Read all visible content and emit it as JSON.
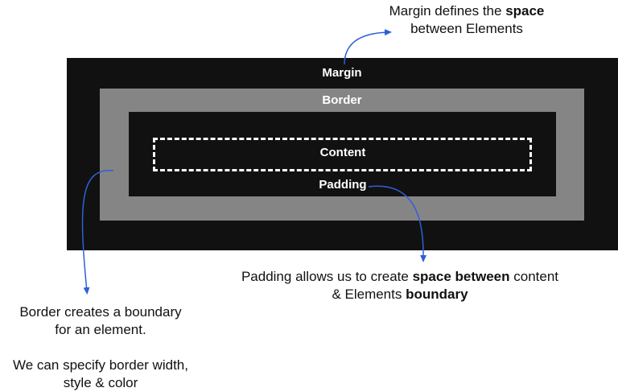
{
  "labels": {
    "margin": "Margin",
    "border": "Border",
    "content": "Content",
    "padding": "Padding"
  },
  "notes": {
    "margin": {
      "line1_pre": "Margin defines the ",
      "line1_bold": "space",
      "line2": "between Elements"
    },
    "padding": {
      "line1_pre": "Padding allows us to create ",
      "line1_bold": "space between",
      "line1_post": " content",
      "line2_pre": "& Elements ",
      "line2_bold": "boundary"
    },
    "border": {
      "line1": "Border creates a boundary",
      "line2": "for an element.",
      "line3": "We can specify border width,",
      "line4": "style & color"
    }
  },
  "colors": {
    "margin_fill": "#111111",
    "border_fill": "#858585",
    "padding_fill": "#111111",
    "content_outline": "#ffffff",
    "arrow": "#2f5fd8"
  }
}
